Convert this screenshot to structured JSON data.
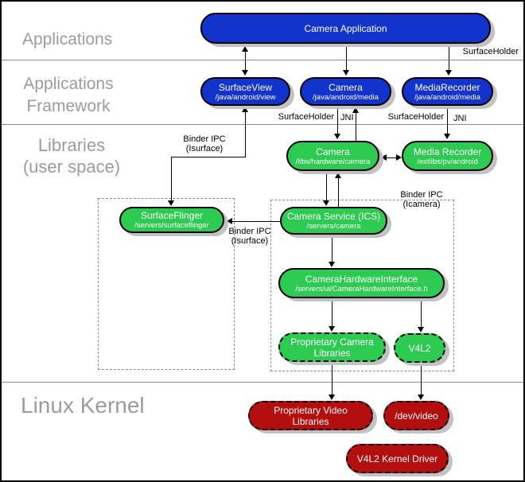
{
  "sections": {
    "applications": "Applications",
    "framework_line1": "Applications",
    "framework_line2": "Framework",
    "libraries_line1": "Libraries",
    "libraries_line2": "(user space)",
    "kernel": "Linux Kernel"
  },
  "nodes": {
    "camera_application": {
      "line1": "Camera Application"
    },
    "surfaceview": {
      "line1": "SurfaceView",
      "line2": "/java/android/view"
    },
    "camera_framework": {
      "line1": "Camera",
      "line2": "/java/android/media"
    },
    "mediarecorder_framework": {
      "line1": "MediaRecorder",
      "line2": "/java/android/media"
    },
    "camera_lib": {
      "line1": "Camera",
      "line2": "/libs/hardware/camera"
    },
    "media_recorder_lib": {
      "line1": "Media Recorder",
      "line2": "/extlibs/pv/android"
    },
    "surfaceflinger": {
      "line1": "SurfaceFlinger",
      "line2": "/servers/surfaceflinger"
    },
    "camera_service": {
      "line1": "Camera Service (ICS)",
      "line2": "/servers/camera"
    },
    "camera_hardware_interface": {
      "line1": "CameraHardwareInterface",
      "line2": "/servers/ui/CameraHardwareInterface.h"
    },
    "proprietary_camera_libraries": {
      "line1": "Proprietary Camera",
      "line2": "Libraries"
    },
    "v4l2": {
      "line1": "V4L2"
    },
    "proprietary_video_libraries": {
      "line1": "Proprietary Video",
      "line2": "Libraries"
    },
    "dev_video": {
      "line1": "/dev/video"
    },
    "v4l2_kernel_driver": {
      "line1": "V4L2 Kernel Driver"
    }
  },
  "labels": {
    "surfaceholder_top": "SurfaceHolder",
    "surfaceholder_camera": "SurfaceHolder",
    "jni_camera": "JNI",
    "surfaceholder_mediarecorder": "SurfaceHolder",
    "jni_mediarecorder": "JNI",
    "binder_isurface_1_line1": "Binder IPC",
    "binder_isurface_1_line2": "(Isurface)",
    "binder_isurface_2_line1": "Binder IPC",
    "binder_isurface_2_line2": "(Isurface)",
    "binder_icamera_line1": "Binder IPC",
    "binder_icamera_line2": "(Icamera)"
  },
  "colors": {
    "app_blue": "#1233cc",
    "lib_green": "#2ecb52",
    "kernel_red": "#b40f0f",
    "shadow": "#c2c2c2",
    "section_gray": "#9c9c9c",
    "divider_gray": "#8c8c8c",
    "dashed_box_gray": "#8a8a8a"
  }
}
